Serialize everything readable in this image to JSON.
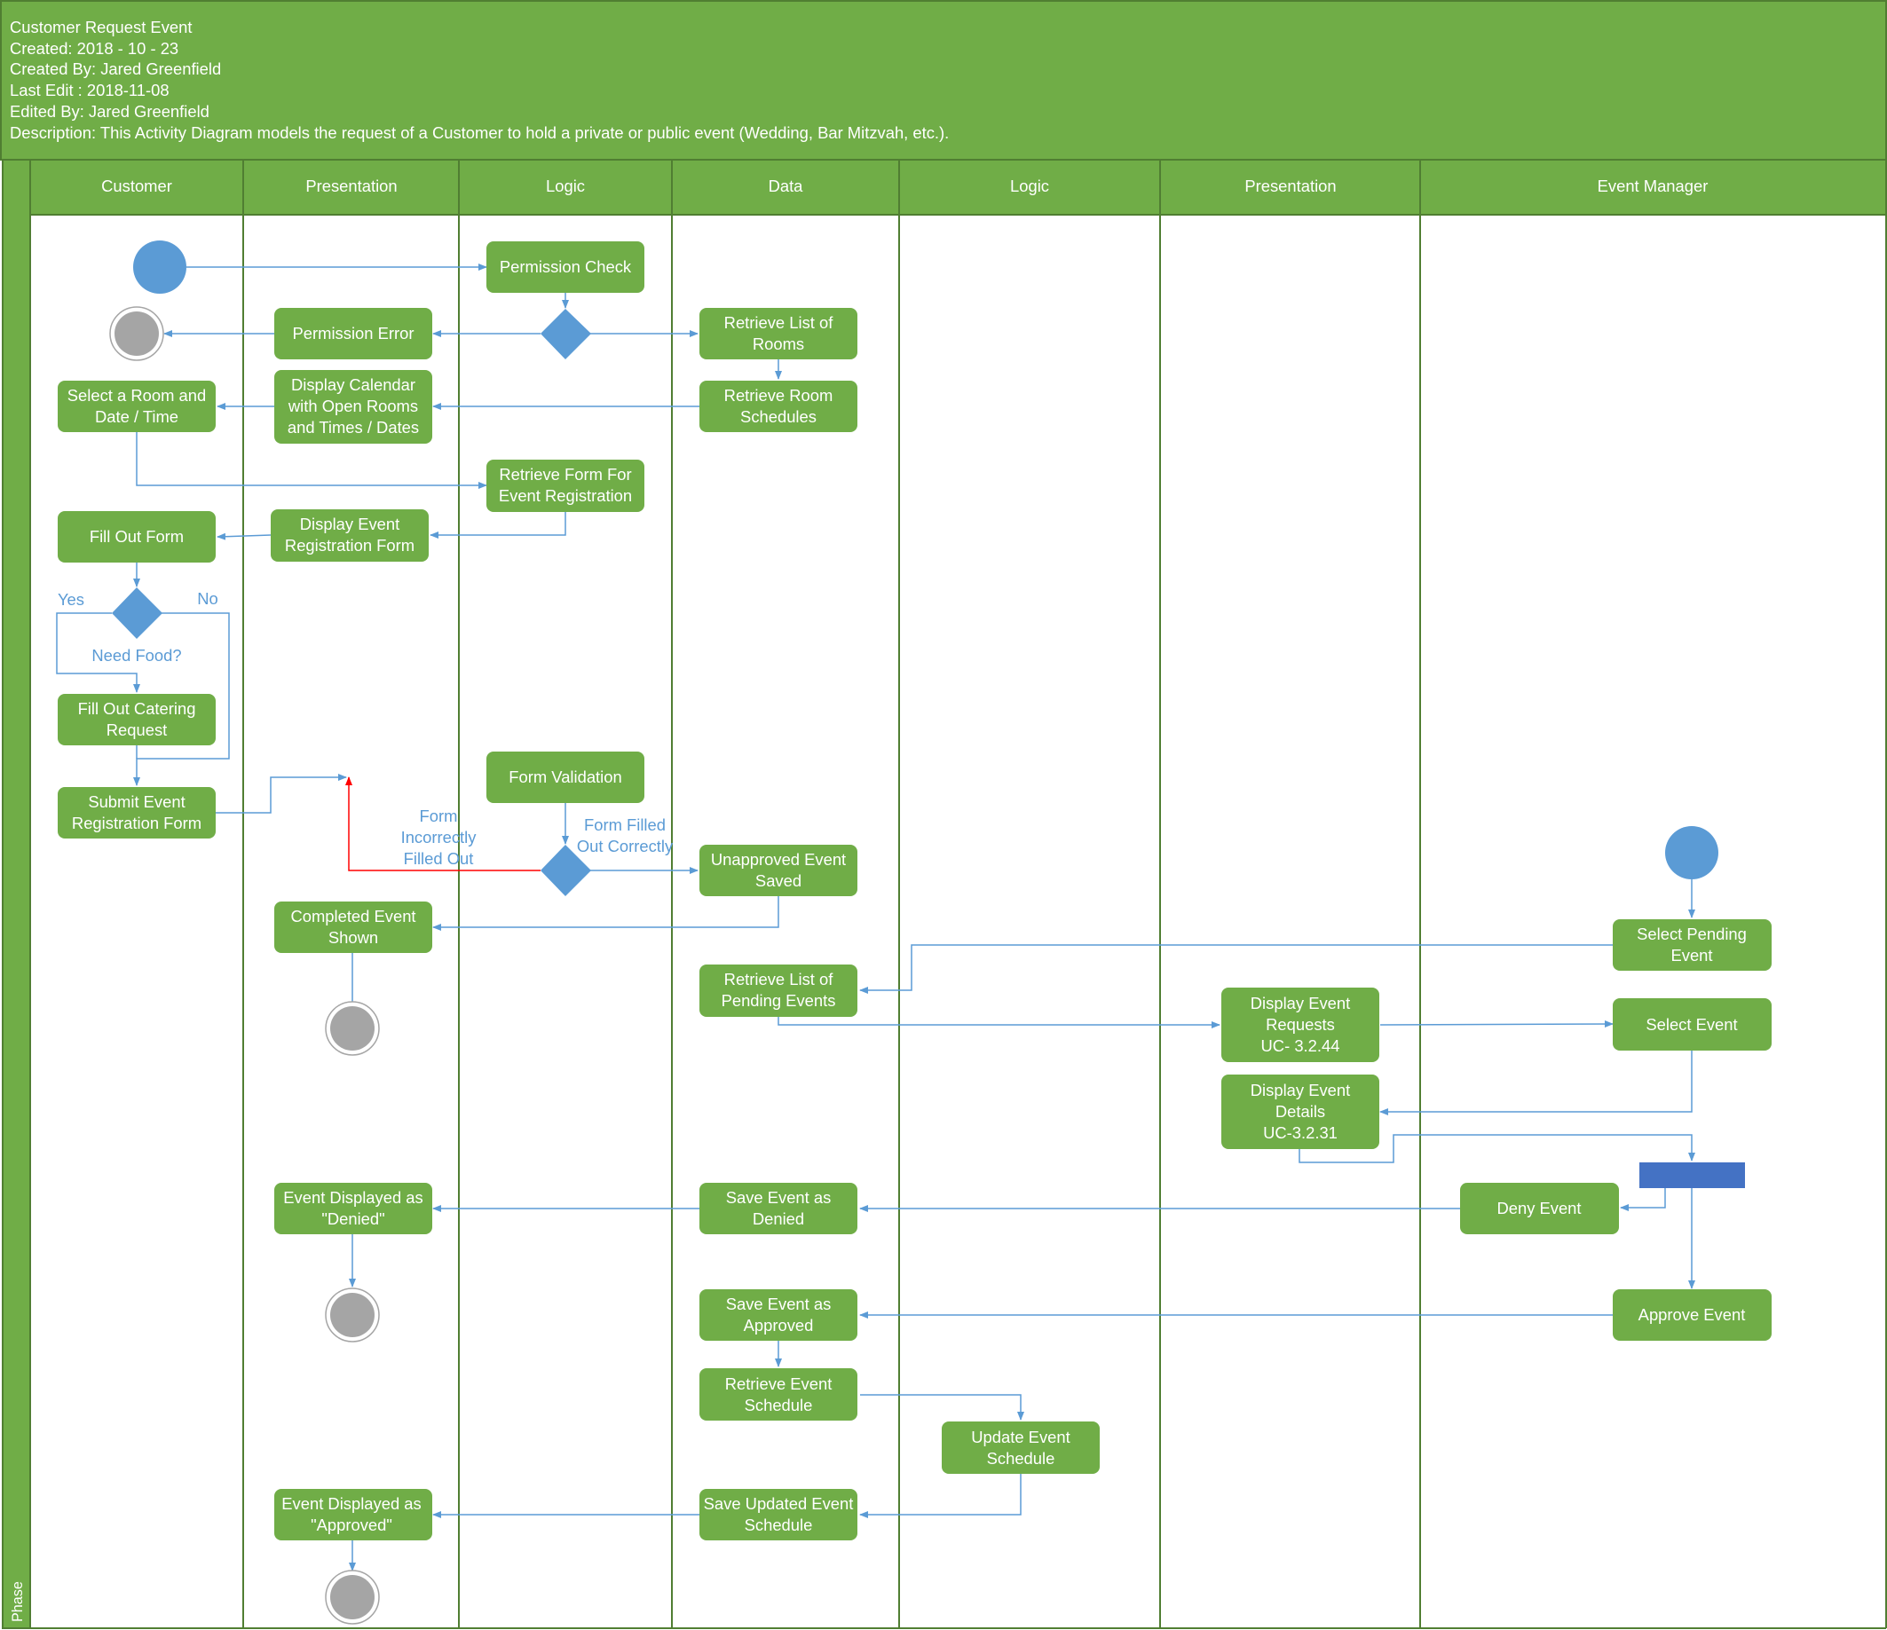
{
  "header": {
    "lines": [
      "Customer Request Event",
      "Created: 2018 - 10 - 23",
      "Created By: Jared Greenfield",
      "Last Edit : 2018-11-08",
      "Edited By: Jared Greenfield",
      "Description: This Activity Diagram models the request of a Customer to hold a private or public event (Wedding, Bar Mitzvah, etc.)."
    ]
  },
  "phase_label": "Phase",
  "lanes": [
    "Customer",
    "Presentation",
    "Logic",
    "Data",
    "Logic",
    "Presentation",
    "Event Manager"
  ],
  "nodes": {
    "permission_check": [
      "Permission Check"
    ],
    "permission_error": [
      "Permission Error"
    ],
    "retrieve_rooms": [
      "Retrieve List of",
      "Rooms"
    ],
    "retrieve_schedules": [
      "Retrieve Room",
      "Schedules"
    ],
    "display_calendar": [
      "Display Calendar",
      "with Open Rooms",
      "and Times / Dates"
    ],
    "select_room": [
      "Select a Room and",
      "Date / Time"
    ],
    "retrieve_form": [
      "Retrieve Form For",
      "Event Registration"
    ],
    "display_form": [
      "Display Event",
      "Registration Form"
    ],
    "fill_form": [
      "Fill Out Form"
    ],
    "catering": [
      "Fill Out Catering",
      "Request"
    ],
    "submit_form": [
      "Submit Event",
      "Registration Form"
    ],
    "form_validation": [
      "Form Validation"
    ],
    "unapproved_saved": [
      "Unapproved Event",
      "Saved"
    ],
    "completed_shown": [
      "Completed Event",
      "Shown"
    ],
    "select_pending": [
      "Select Pending",
      "Event"
    ],
    "retrieve_pending": [
      "Retrieve List of",
      "Pending Events"
    ],
    "display_requests": [
      "Display Event",
      "Requests",
      "UC- 3.2.44"
    ],
    "select_event": [
      "Select Event"
    ],
    "display_details": [
      "Display Event",
      "Details",
      "UC-3.2.31"
    ],
    "deny_event": [
      "Deny Event"
    ],
    "save_denied": [
      "Save Event as",
      "Denied"
    ],
    "displayed_denied": [
      "Event Displayed as",
      "\"Denied\""
    ],
    "approve_event": [
      "Approve Event"
    ],
    "save_approved": [
      "Save Event as",
      "Approved"
    ],
    "retrieve_schedule": [
      "Retrieve Event",
      "Schedule"
    ],
    "update_schedule": [
      "Update Event",
      "Schedule"
    ],
    "save_updated": [
      "Save Updated Event",
      "Schedule"
    ],
    "displayed_approved": [
      "Event Displayed as",
      "\"Approved\""
    ]
  },
  "guards": {
    "yes": [
      "Yes"
    ],
    "no": [
      "No"
    ],
    "need_food": [
      "Need Food?"
    ],
    "incorrect": [
      "Form",
      "Incorrectly",
      "Filled Out"
    ],
    "correct": [
      "Form Filled",
      "Out Correctly"
    ]
  },
  "colors": {
    "header_green": "#70ad47",
    "border_green": "#507e32",
    "node_green": "#70ad47",
    "flow_blue": "#5b9bd5",
    "fork_bar": "#4472c4",
    "final_grey": "#a5a5a5",
    "error_red": "#ff0000"
  }
}
